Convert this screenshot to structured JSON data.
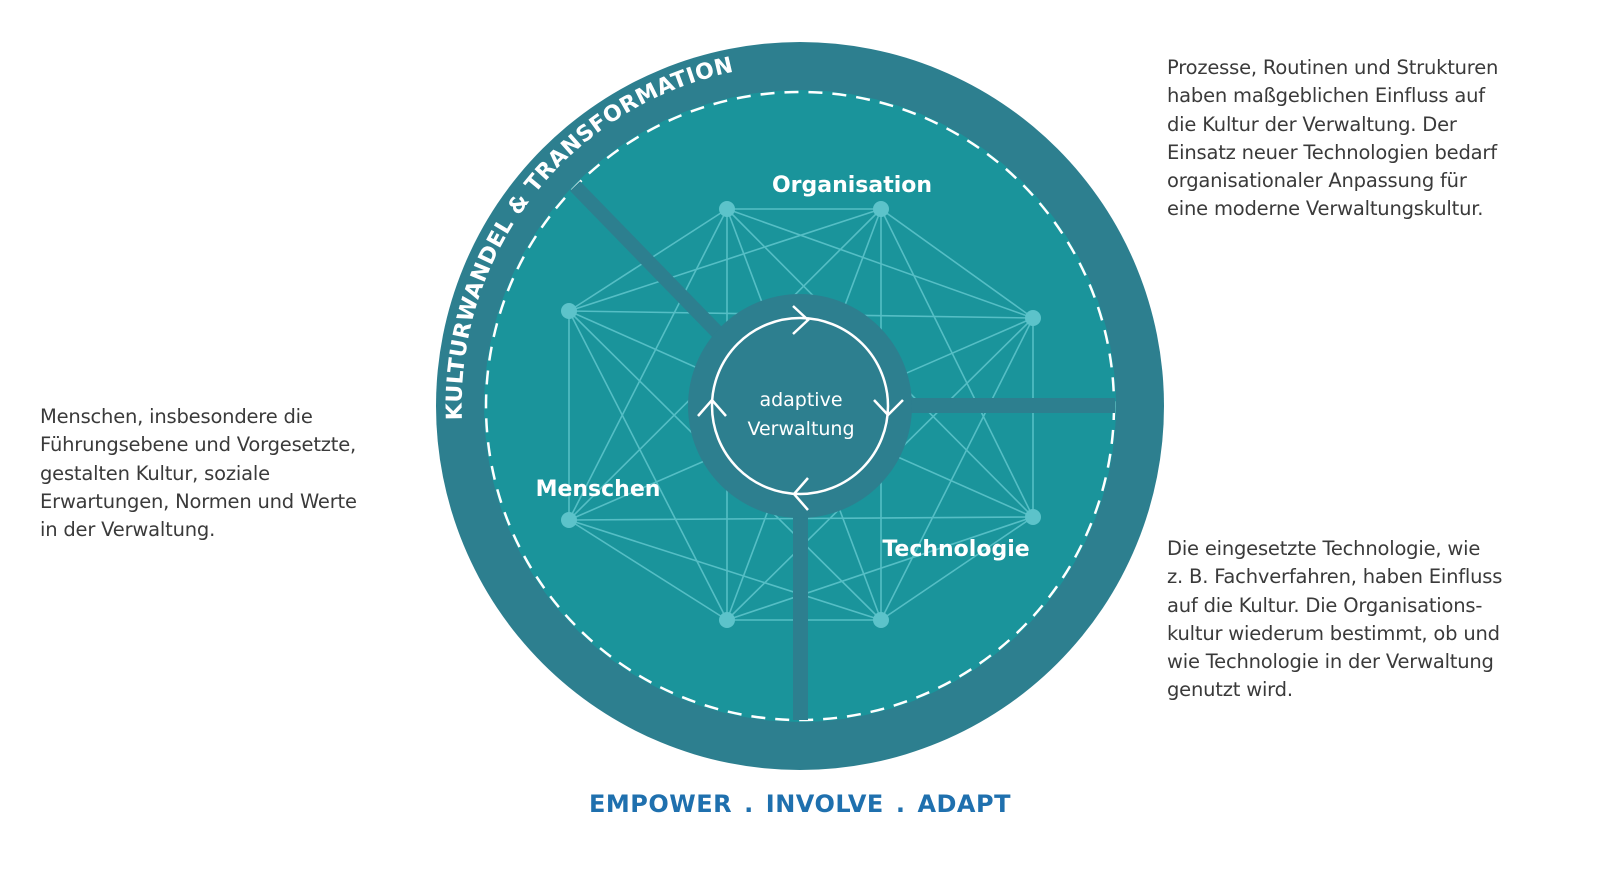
{
  "ring_title": "KULTURWANDEL & TRANSFORMATION",
  "center_label": [
    "adaptive",
    "Verwaltung"
  ],
  "dimensions": {
    "organisation": "Organisation",
    "menschen": "Menschen",
    "technologie": "Technologie"
  },
  "descriptions": {
    "organisation": "Prozesse, Routinen und Strukturen\nhaben maßgeblichen Einfluss auf\ndie Kultur der Verwaltung. Der\nEinsatz neuer Technologien bedarf\norganisationaler Anpassung für\neine moderne Verwaltungskultur.",
    "menschen": "Menschen, insbesondere die\nFührungsebene und Vorgesetzte,\ngestalten Kultur, soziale\nErwartungen, Normen und Werte\nin der Verwaltung.",
    "technologie": "Die eingesetzte Technologie, wie\nz. B. Fachverfahren, haben Einfluss\nauf die Kultur. Die Organisations-\nkultur wiederum bestimmt, ob und\nwie Technologie in der Verwaltung\ngenutzt wird."
  },
  "motto": {
    "empower": "EMPOWER",
    "sep": ".",
    "involve": "INVOLVE",
    "adapt": "ADAPT"
  },
  "colors": {
    "outer_ring": "#2d7f8f",
    "inner_disc": "#1a949b",
    "network": "#5cc3ca",
    "motto": "#1f70ae"
  }
}
